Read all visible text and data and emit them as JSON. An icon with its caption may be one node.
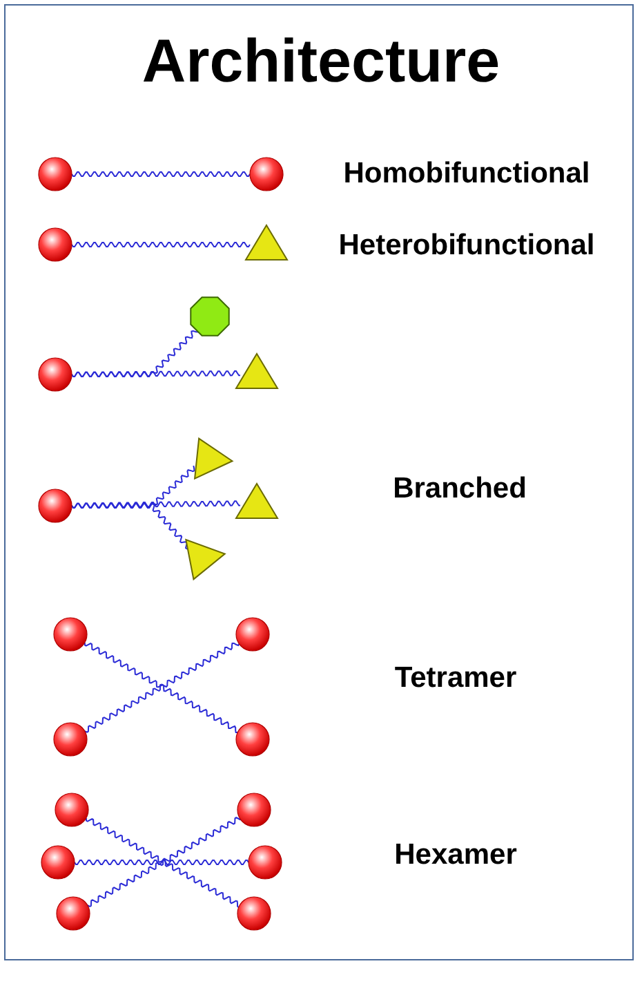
{
  "diagram": {
    "title": "Architecture",
    "nodes": [
      {
        "text": [],
        "shape": "circle"
      },
      {
        "text": [],
        "shape": "circle"
      },
      {
        "text": [],
        "shape": "circle"
      },
      {
        "text": [],
        "shape": "triangle"
      },
      {
        "text": [],
        "shape": "octagon"
      },
      {
        "text": [],
        "shape": "circle"
      },
      {
        "text": [],
        "shape": "triangle"
      },
      {
        "text": [],
        "shape": "triangle"
      },
      {
        "text": [],
        "shape": "circle"
      },
      {
        "text": [],
        "shape": "triangle"
      },
      {
        "text": [],
        "shape": "triangle"
      },
      {
        "text": [],
        "shape": "circle"
      },
      {
        "text": [],
        "shape": "circle"
      },
      {
        "text": [],
        "shape": "circle"
      },
      {
        "text": [],
        "shape": "circle"
      },
      {
        "text": [],
        "shape": "circle"
      },
      {
        "text": [],
        "shape": "circle"
      },
      {
        "text": [],
        "shape": "circle"
      },
      {
        "text": [],
        "shape": "circle"
      },
      {
        "text": [],
        "shape": "circle"
      },
      {
        "text": [],
        "shape": "circle"
      }
    ],
    "edges": [
      {
        "from": 0,
        "to": 1,
        "arrow": "none"
      },
      {
        "from": 2,
        "to": 3,
        "arrow": "none"
      },
      {
        "from": 5,
        "to": 6,
        "arrow": "none"
      },
      {
        "from": 5,
        "to": 4,
        "arrow": "none"
      },
      {
        "from": 8,
        "to": 9,
        "arrow": "none"
      },
      {
        "from": 8,
        "to": 7,
        "arrow": "none"
      },
      {
        "from": 8,
        "to": 10,
        "arrow": "none"
      },
      {
        "from": 11,
        "to": 14,
        "arrow": "none"
      },
      {
        "from": 13,
        "to": 12,
        "arrow": "none"
      },
      {
        "from": 15,
        "to": 20,
        "arrow": "none"
      },
      {
        "from": 17,
        "to": 18,
        "arrow": "none"
      },
      {
        "from": 19,
        "to": 16,
        "arrow": "none"
      }
    ],
    "labels": [
      "Homobifunctional",
      "Heterobifunctional",
      "Branched",
      "Tetramer",
      "Hexamer"
    ]
  }
}
